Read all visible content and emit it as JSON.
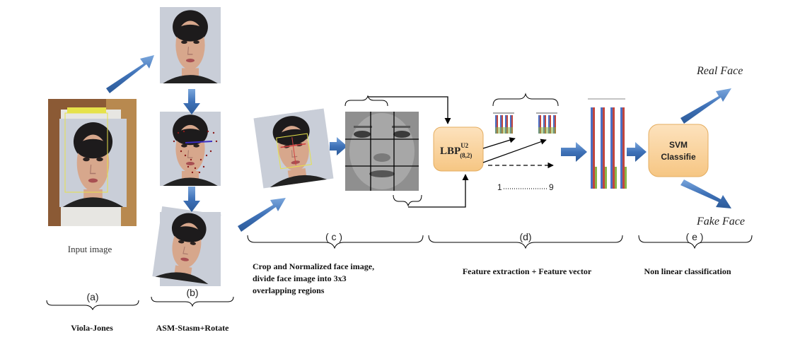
{
  "stages": {
    "a": {
      "letter": "(a)",
      "caption": "Viola-Jones",
      "image_label": "Input image"
    },
    "b": {
      "letter": "(b)",
      "caption": "ASM-Stasm+Rotate"
    },
    "c": {
      "letter": "( c )",
      "caption_line1": "Crop and Normalized  face image,",
      "caption_line2": "divide face image into 3x3",
      "caption_line3": "overlapping regions"
    },
    "d": {
      "letter": "(d)",
      "caption": "Feature extraction + Feature vector"
    },
    "e": {
      "letter": "( e )",
      "caption": "Non linear classification"
    }
  },
  "lbp": {
    "base": "LBP",
    "sup": "U2",
    "sub": "(8,2)"
  },
  "region_range": {
    "start": "1",
    "end": "9"
  },
  "svm": {
    "line1": "SVM",
    "line2": "Classifie"
  },
  "outputs": {
    "real": "Real Face",
    "fake": "Fake Face"
  },
  "colors": {
    "arrow_blue": "#4a7fc0",
    "box_orange": "#f9cf95",
    "bar_blue": "#4a6fc4",
    "bar_red": "#c0463f",
    "bar_green": "#8ab446",
    "bar_purple": "#7d5aa8",
    "face_box_yellow": "#e6e24a"
  }
}
